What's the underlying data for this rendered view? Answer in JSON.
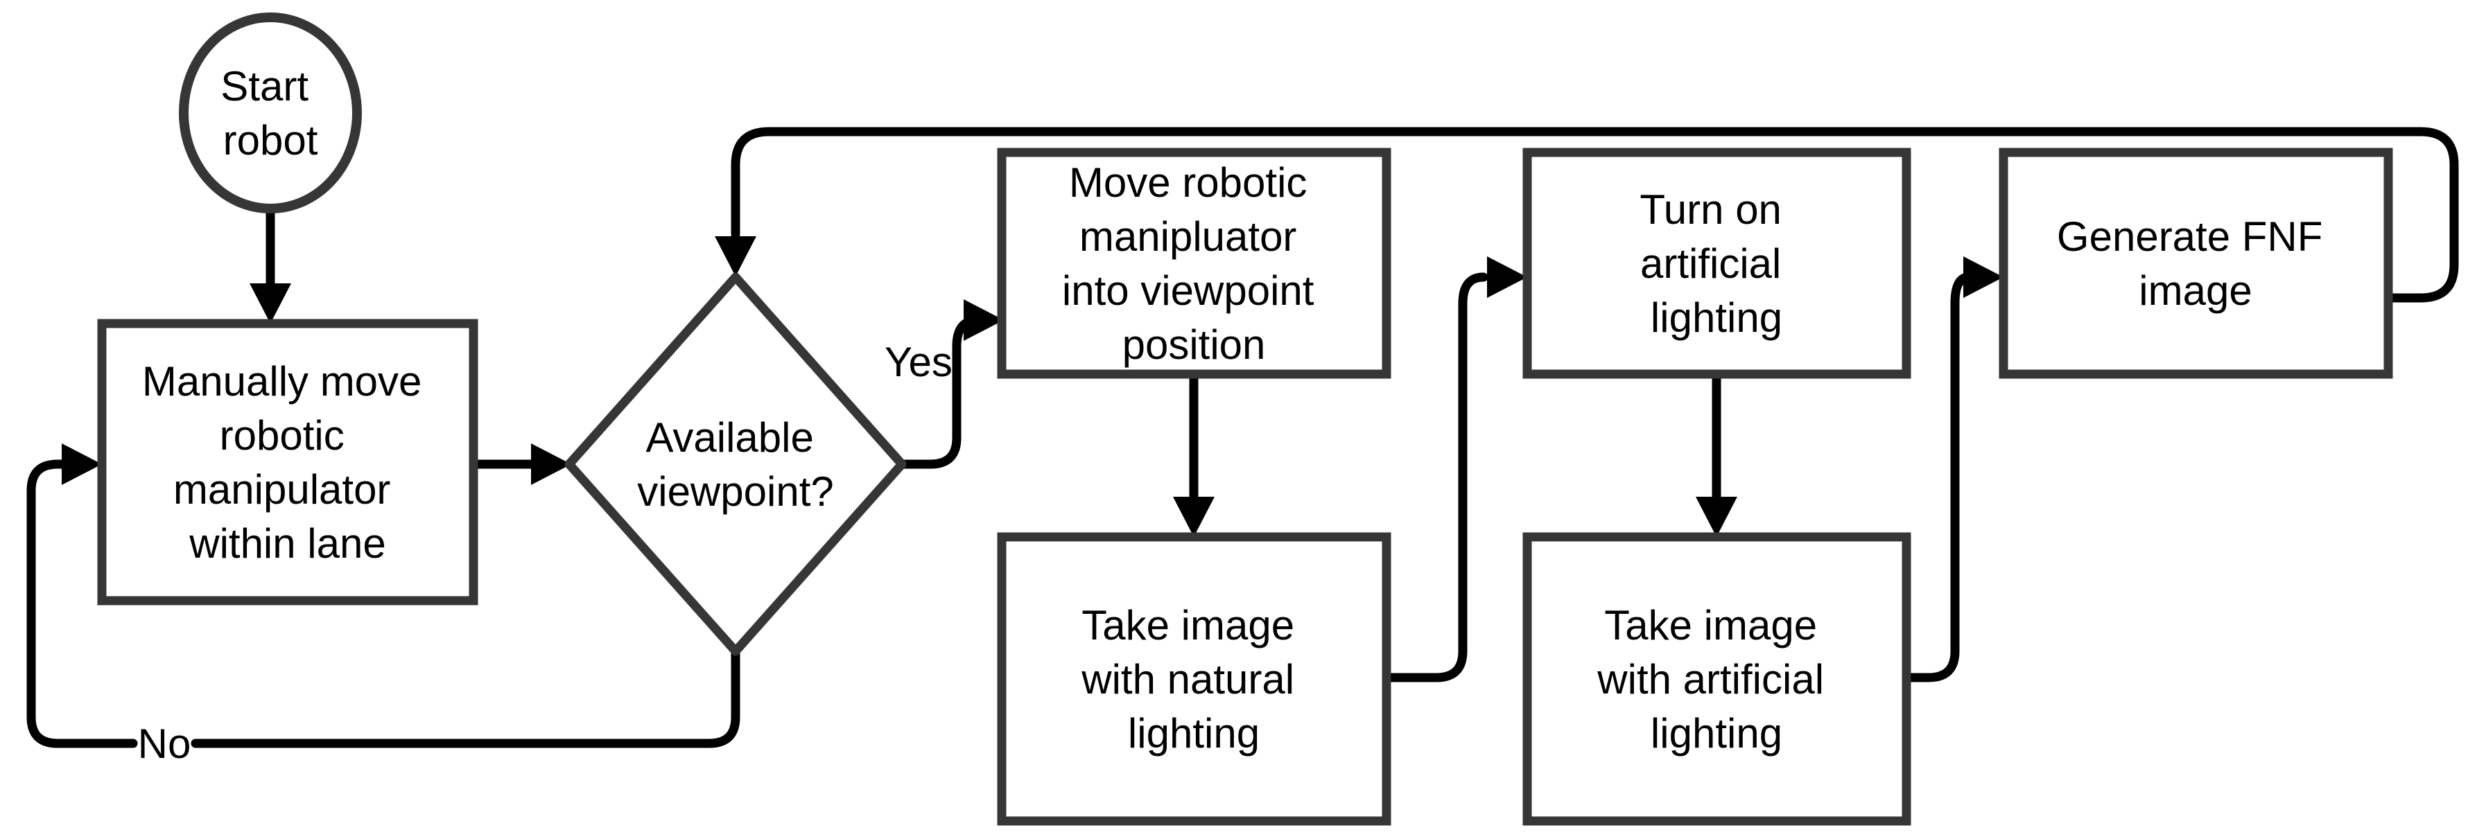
{
  "nodes": {
    "start": {
      "type": "start-ellipse",
      "lines": [
        "Start",
        "robot"
      ]
    },
    "manual_move": {
      "type": "process",
      "lines": [
        "Manually move",
        "robotic",
        "manipulator",
        "within lane"
      ]
    },
    "viewpoint_decision": {
      "type": "decision",
      "lines": [
        "Available",
        "viewpoint?"
      ]
    },
    "move_manipulator": {
      "type": "process",
      "lines": [
        "Move robotic",
        "manipluator",
        "into viewpoint",
        "position"
      ]
    },
    "image_natural": {
      "type": "process",
      "lines": [
        "Take image",
        "with natural",
        "lighting"
      ]
    },
    "turn_on_lighting": {
      "type": "process",
      "lines": [
        "Turn on",
        "artificial",
        "lighting"
      ]
    },
    "image_artificial": {
      "type": "process",
      "lines": [
        "Take image",
        "with artificial",
        "lighting"
      ]
    },
    "generate_fnf": {
      "type": "process",
      "lines": [
        "Generate FNF",
        "image"
      ]
    }
  },
  "edge_labels": {
    "yes": "Yes",
    "no": "No"
  },
  "colors": {
    "line": "#000000",
    "shape_border": "#363636",
    "fill": "#ffffff",
    "text": "#000000"
  }
}
